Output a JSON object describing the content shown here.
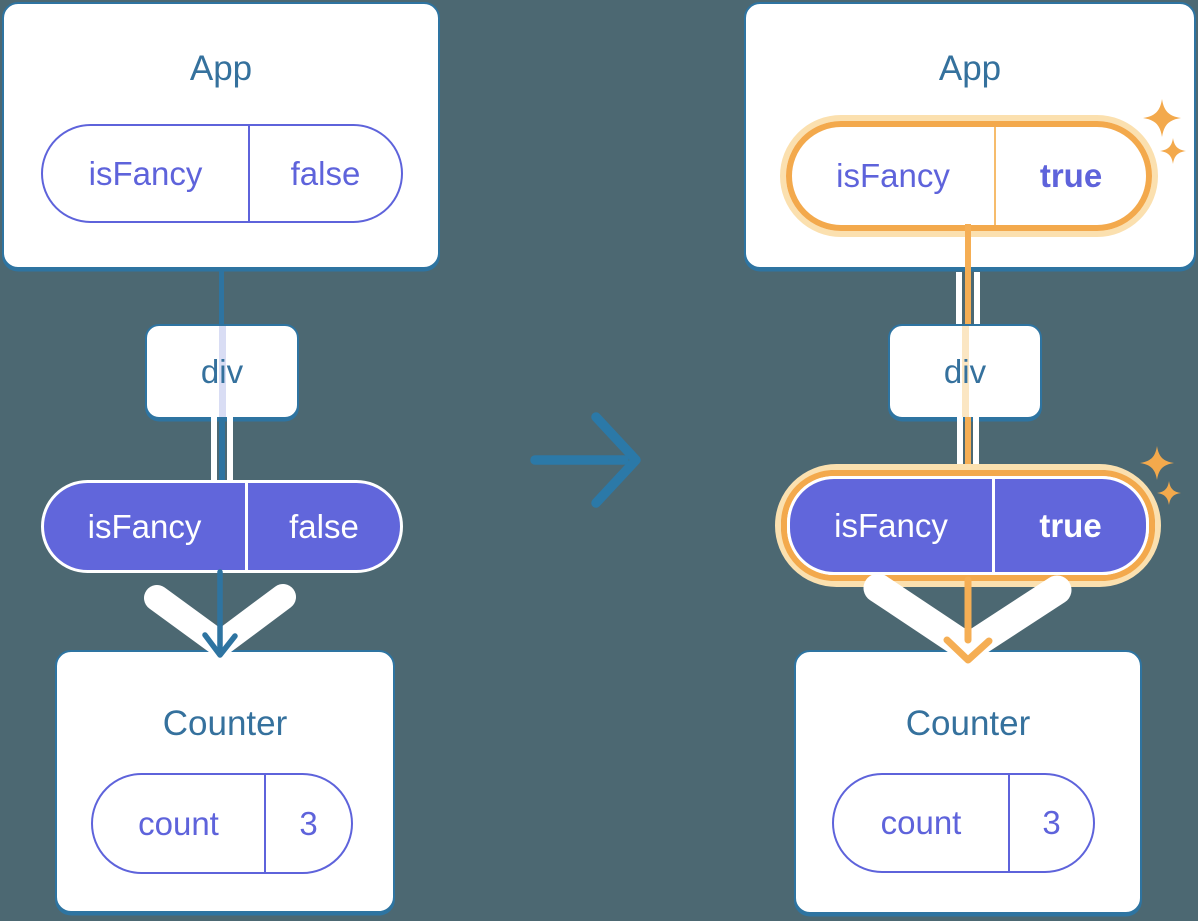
{
  "colors": {
    "background": "#4C6872",
    "card_border_teal": "#2E74A1",
    "heading_teal": "#35719D",
    "indigo": "#5E63DB",
    "pill_fill_purple": "#6166DB",
    "highlight_orange": "#F3A94C",
    "highlight_orange_glow": "#FBE0AF",
    "transition_arrow_blue": "#2B79A8"
  },
  "before": {
    "app": {
      "title": "App",
      "prop_name": "isFancy",
      "prop_value": "false"
    },
    "div": {
      "label": "div"
    },
    "passed_prop": {
      "name": "isFancy",
      "value": "false"
    },
    "counter": {
      "title": "Counter",
      "state_name": "count",
      "state_value": "3"
    }
  },
  "after": {
    "app": {
      "title": "App",
      "prop_name": "isFancy",
      "prop_value": "true"
    },
    "div": {
      "label": "div"
    },
    "passed_prop": {
      "name": "isFancy",
      "value": "true"
    },
    "counter": {
      "title": "Counter",
      "state_name": "count",
      "state_value": "3"
    }
  }
}
